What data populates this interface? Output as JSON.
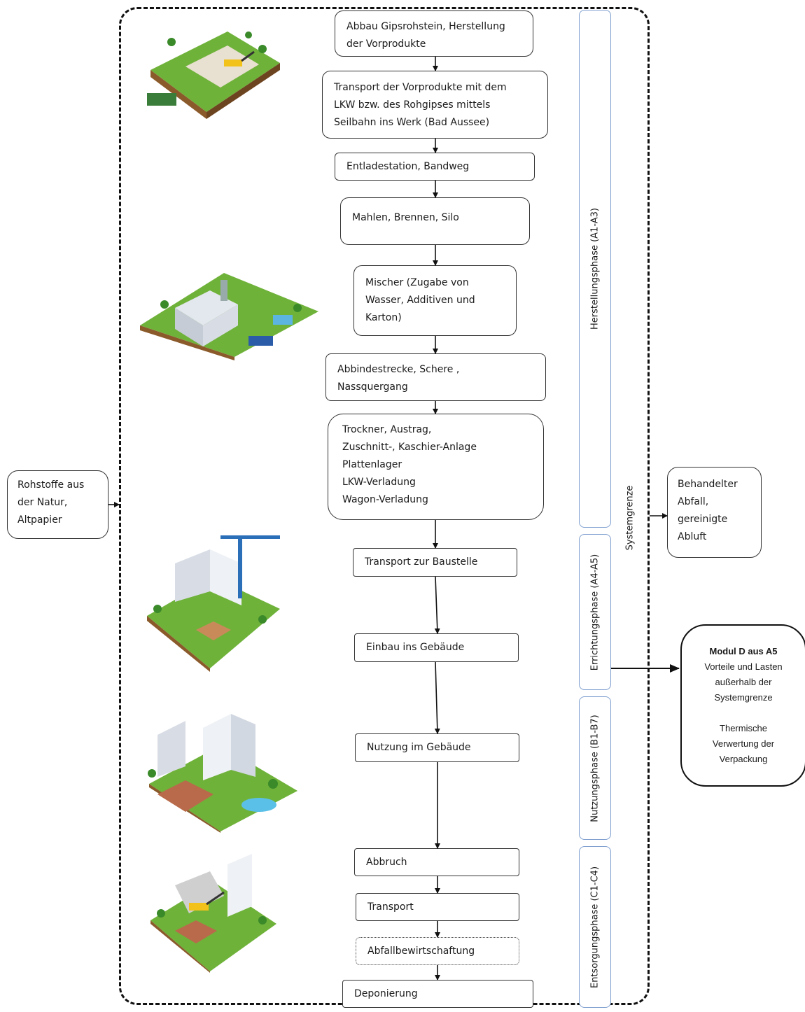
{
  "colors": {
    "phase_border": "#7f9fcf",
    "box_border": "#333333",
    "boundary": "#111111",
    "grass": "#6fb23a",
    "ground": "#8a5a2b"
  },
  "process_steps": [
    {
      "id": "s1",
      "lines": [
        "Abbau Gipsrohstein, Herstellung",
        "der Vorprodukte"
      ]
    },
    {
      "id": "s2",
      "lines": [
        "Transport der Vorprodukte mit dem",
        "LKW bzw. des Rohgipses mittels",
        "Seilbahn ins Werk (Bad Aussee)"
      ]
    },
    {
      "id": "s3",
      "lines": [
        "Entladestation, Bandweg"
      ]
    },
    {
      "id": "s4",
      "lines": [
        "Mahlen, Brennen, Silo"
      ]
    },
    {
      "id": "s5",
      "lines": [
        "Mischer (Zugabe von",
        "Wasser, Additiven und",
        "Karton)"
      ]
    },
    {
      "id": "s6",
      "lines": [
        "Abbindestrecke, Schere ,",
        "Nassquergang"
      ]
    },
    {
      "id": "s7",
      "lines": [
        "Trockner, Austrag,",
        "Zuschnitt-, Kaschier-Anlage",
        "Plattenlager",
        "LKW-Verladung",
        "Wagon-Verladung"
      ]
    },
    {
      "id": "s8",
      "lines": [
        "Transport zur Baustelle"
      ]
    },
    {
      "id": "s9",
      "lines": [
        "Einbau ins Gebäude"
      ]
    },
    {
      "id": "s10",
      "lines": [
        "Nutzung im Gebäude"
      ]
    },
    {
      "id": "s11",
      "lines": [
        "Abbruch"
      ]
    },
    {
      "id": "s12",
      "lines": [
        "Transport"
      ]
    },
    {
      "id": "s13",
      "lines": [
        "Abfallbewirtschaftung"
      ]
    },
    {
      "id": "s14",
      "lines": [
        "Deponierung"
      ]
    }
  ],
  "phases": [
    {
      "id": "p1",
      "label": "Herstellungsphase (A1-A3)"
    },
    {
      "id": "p2",
      "label": "Errichtungsphase (A4-A5)"
    },
    {
      "id": "p3",
      "label": "Nutzungsphase (B1-B7)"
    },
    {
      "id": "p4",
      "label": "Entsorgungsphase (C1-C4)"
    }
  ],
  "system_boundary_label": "Systemgrenze",
  "input": {
    "lines": [
      "Rohstoffe aus",
      "der Natur,",
      "Altpapier"
    ]
  },
  "output": {
    "lines": [
      "Behandelter",
      "Abfall,",
      "gereinigte",
      "Abluft"
    ]
  },
  "module_d": {
    "title": "Modul D aus A5",
    "lines": [
      "Vorteile und Lasten",
      "außerhalb der",
      "Systemgrenze",
      "",
      "Thermische",
      "Verwertung der",
      "Verpackung"
    ]
  }
}
